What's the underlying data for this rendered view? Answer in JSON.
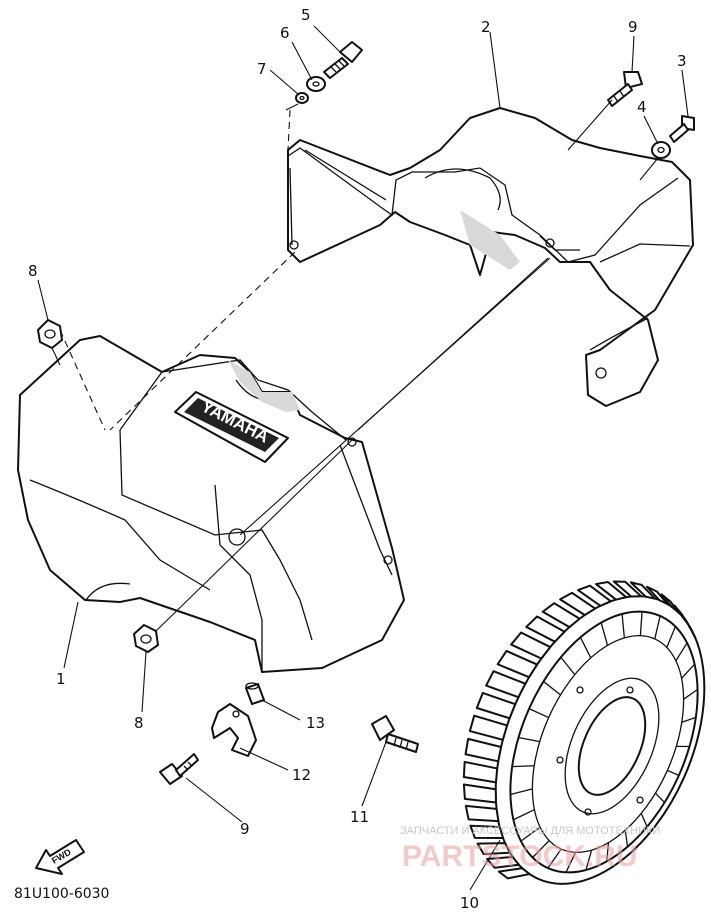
{
  "diagram": {
    "code": "81U100-6030",
    "fwd_label": "FWD",
    "logo_text": "YAMAHA",
    "callouts": [
      "1",
      "2",
      "3",
      "4",
      "5",
      "6",
      "7",
      "8",
      "8",
      "9",
      "9",
      "10",
      "11",
      "12",
      "13"
    ]
  },
  "watermark": {
    "line1": "ЗАПЧАСТИ И АКСЕССУАРЫ ДЛЯ МОТОТЕХНИКИ",
    "line2": "PARTSTOCK.RU",
    "color": "#e8a0a0"
  }
}
